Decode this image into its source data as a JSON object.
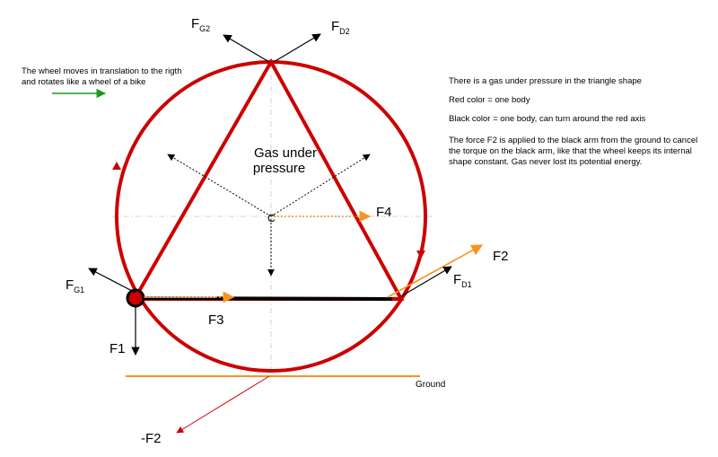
{
  "notes": {
    "motion_line1": "The wheel moves in translation to the rigth",
    "motion_line2": "and rotates like a wheel of a bike",
    "gas": "There is a gas under pressure in the triangle shape",
    "red": "Red color = one body",
    "black": "Black color = one body, can turn around the red axis",
    "force_line1": "The force F2 is applied to the black arm from the ground to cancel",
    "force_line2": "the torque on the black arm, like that the wheel keeps its internal",
    "force_line3": "shape constant. Gas never lost its potential energy."
  },
  "center": {
    "gas_line1": "Gas under",
    "gas_line2": "pressure",
    "c": "C"
  },
  "labels": {
    "F_letter": "F",
    "sub_G2": "G2",
    "sub_D2": "D2",
    "sub_G1": "G1",
    "sub_D1": "D1",
    "F1": "F1",
    "F2": "F2",
    "F3": "F3",
    "F4": "F4",
    "neg_F2": "-F2",
    "ground": "Ground"
  },
  "colors": {
    "red_body": "#cc0000",
    "black_body": "#000000",
    "orange": "#f7941d",
    "green": "#1a9c1a",
    "dashed": "#bbbbbb"
  }
}
